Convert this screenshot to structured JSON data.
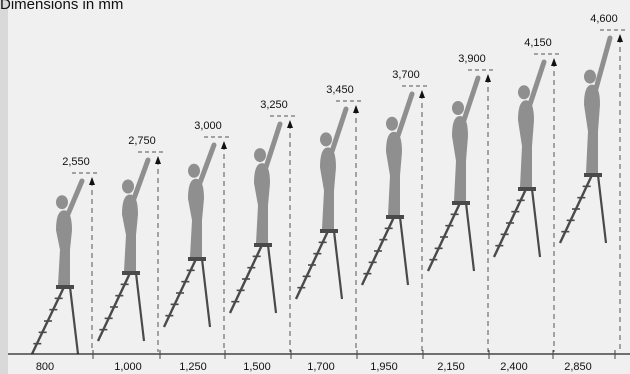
{
  "caption": "Dimensions in mm",
  "reach_heights": [
    "2,550",
    "2,750",
    "3,000",
    "3,250",
    "3,450",
    "3,700",
    "3,900",
    "4,150",
    "4,600"
  ],
  "ladder_widths": [
    "800",
    "1,000",
    "1,250",
    "1,500",
    "1,700",
    "1,950",
    "2,150",
    "2,400",
    "2,850"
  ],
  "colors": {
    "background": "#f0f0f0",
    "person": "#8f8f8f",
    "ladder": "#4a4a4a",
    "dash": "#555555",
    "baseline": "#222222",
    "text": "#111111"
  }
}
